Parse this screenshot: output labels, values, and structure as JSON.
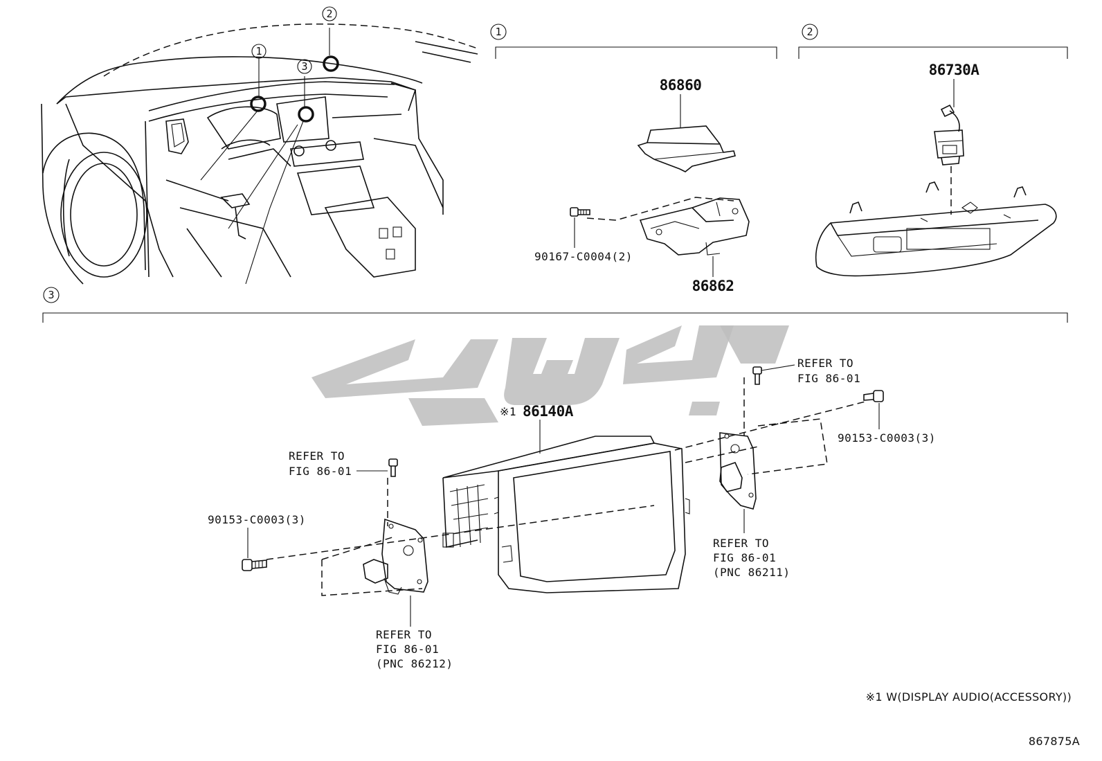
{
  "callouts": [
    "1",
    "2",
    "3"
  ],
  "sections": {
    "s1": {
      "number": "1",
      "parts": {
        "p86860": "86860",
        "p86862": "86862",
        "p90167": "90167-C0004(2)"
      }
    },
    "s2": {
      "number": "2",
      "parts": {
        "p86730A": "86730A"
      }
    },
    "s3": {
      "number": "3",
      "parts": {
        "mark": "※1",
        "p86140A": "86140A",
        "bolt_left": "90153-C0003(3)",
        "bolt_right": "90153-C0003(3)"
      },
      "refs": {
        "top_left": [
          "REFER TO",
          "FIG 86-01"
        ],
        "top_right": [
          "REFER TO",
          "FIG 86-01"
        ],
        "bottom_left": [
          "REFER TO",
          "FIG 86-01",
          "(PNC 86212)"
        ],
        "bottom_right": [
          "REFER TO",
          "FIG 86-01",
          "(PNC 86211)"
        ]
      }
    }
  },
  "footnote": "※1 W(DISPLAY AUDIO(ACCESSORY))",
  "figure_code": "867875A",
  "icons": [
    "car-interior-illustration",
    "ecu-module-icon",
    "bracket-icon",
    "screw-icon",
    "camera-module-icon",
    "console-panel-icon",
    "display-unit-icon",
    "mount-bracket-icon",
    "watermark-logo"
  ]
}
